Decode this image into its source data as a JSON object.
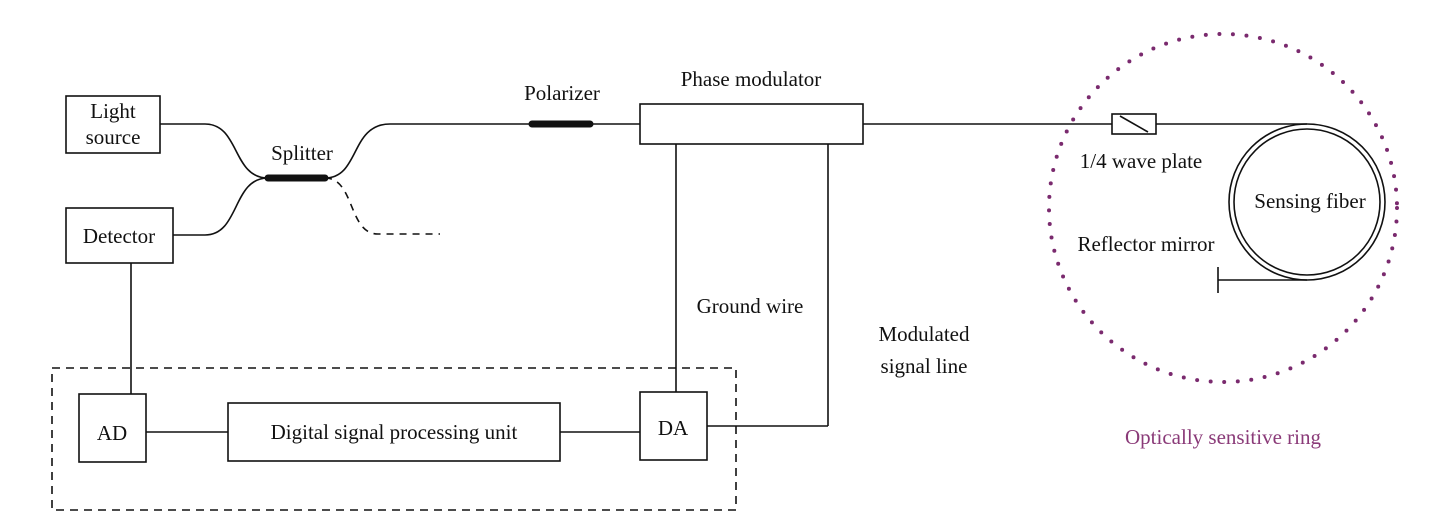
{
  "diagram": {
    "labels": {
      "light_source_line1": "Light",
      "light_source_line2": "source",
      "detector": "Detector",
      "splitter": "Splitter",
      "polarizer": "Polarizer",
      "phase_modulator": "Phase modulator",
      "quarter_wave_plate": "1/4 wave plate",
      "sensing_fiber": "Sensing fiber",
      "reflector_mirror": "Reflector mirror",
      "ground_wire": "Ground wire",
      "modulated_line1": "Modulated",
      "modulated_line2": "signal line",
      "ad": "AD",
      "dsp_unit": "Digital signal processing unit",
      "da": "DA",
      "ring_caption": "Optically sensitive ring"
    },
    "colors": {
      "line": "#111111",
      "ring": "#7a2a6e",
      "ring_caption": "#8a3a78"
    }
  }
}
